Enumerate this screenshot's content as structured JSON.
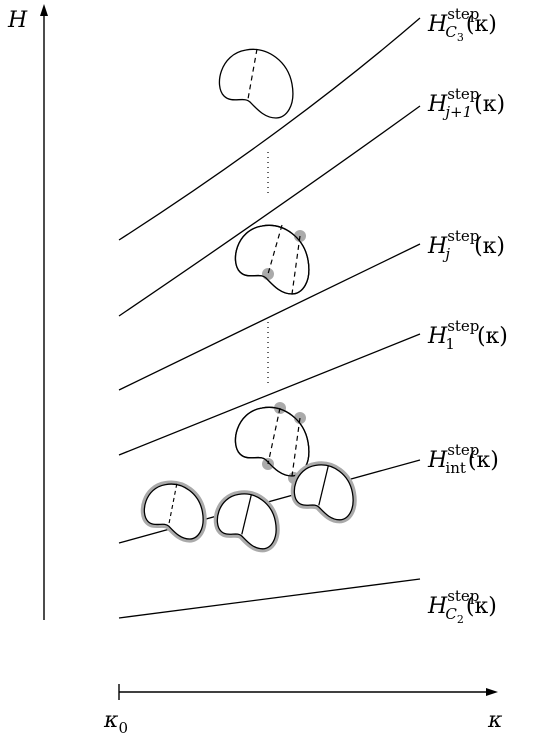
{
  "axes": {
    "y_label": "H",
    "x_start_label": "κ",
    "x_start_sub": "0",
    "x_label": "κ"
  },
  "curves": [
    {
      "base": "H",
      "sup": "step",
      "sub": "C",
      "sub2": "3",
      "arg": "(κ)"
    },
    {
      "base": "H",
      "sup": "step",
      "sub": "j+1",
      "sub2": "",
      "arg": "(κ)"
    },
    {
      "base": "H",
      "sup": "step",
      "sub": "j",
      "sub2": "",
      "arg": "(κ)"
    },
    {
      "base": "H",
      "sup": "step",
      "sub": "1",
      "sub2": "",
      "arg": "(κ)"
    },
    {
      "base": "H",
      "sup": "step",
      "sub": "int",
      "sub2": "",
      "arg": "(κ)"
    },
    {
      "base": "H",
      "sup": "step",
      "sub": "C",
      "sub2": "2",
      "arg": "(κ)"
    }
  ]
}
